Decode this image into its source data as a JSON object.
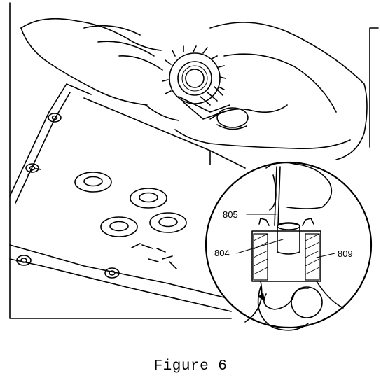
{
  "figure": {
    "caption": "Figure 6",
    "callouts": {
      "part_805": "805",
      "part_804": "804",
      "part_809": "809"
    }
  }
}
